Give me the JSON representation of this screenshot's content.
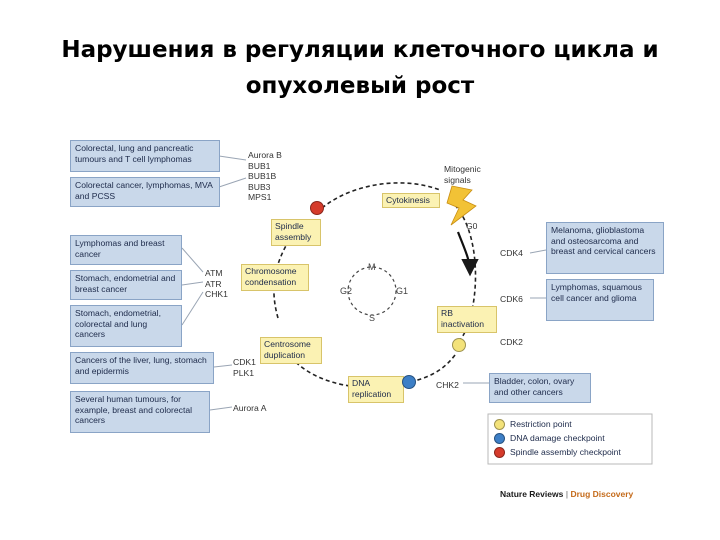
{
  "title_line1": "Нарушения в регуляции клеточного цикла и",
  "title_line2": "опухолевый рост",
  "cancers_left": [
    "Colorectal, lung and pancreatic tumours and T cell lymphomas",
    "Colorectal cancer, lymphomas, MVA and PCSS",
    "Lymphomas and breast cancer",
    "Stomach, endometrial and breast cancer",
    "Stomach, endometrial, colorectal and lung cancers",
    "Cancers of the liver, lung, stomach and epidermis",
    "Several human tumours, for example, breast and colorectal cancers"
  ],
  "genes_left": {
    "aurora_group": "Aurora B\nBUB1\nBUB1B\nBUB3\nMPS1",
    "atm_group": "ATM\nATR\nCHK1",
    "cdk1_group": "CDK1\nPLK1",
    "aurora_a": "Aurora A"
  },
  "cycle_steps": {
    "cytokinesis": "Cytokinesis",
    "spindle": "Spindle assembly",
    "chromosome": "Chromosome condensation",
    "centrosome": "Centrosome duplication",
    "dna": "DNA replication",
    "rb": "RB inactivation"
  },
  "mitogenic": "Mitogenic\nsignals",
  "g0": "G0",
  "phases": {
    "m": "M",
    "g1": "G1",
    "s": "S",
    "g2": "G2"
  },
  "genes_right": {
    "cdk4_a": "CDK4",
    "cdk6": "CDK6",
    "cdk2": "CDK2",
    "chk2": "CHK2"
  },
  "cancers_right": [
    "Melanoma, glioblastoma and osteosarcoma and breast and cervical cancers",
    "Lymphomas, squamous cell cancer and glioma",
    "Bladder, colon, ovary and other cancers"
  ],
  "legend": [
    {
      "label": "Restriction point",
      "color": "#f3e27a"
    },
    {
      "label": "DNA damage checkpoint",
      "color": "#3d7fc6"
    },
    {
      "label": "Spindle assembly checkpoint",
      "color": "#d53b2b"
    }
  ],
  "credit": {
    "publisher": "Nature Reviews",
    "journal": "Drug Discovery",
    "publisher_color": "#1a1a1a",
    "journal_color": "#c46a1a"
  }
}
